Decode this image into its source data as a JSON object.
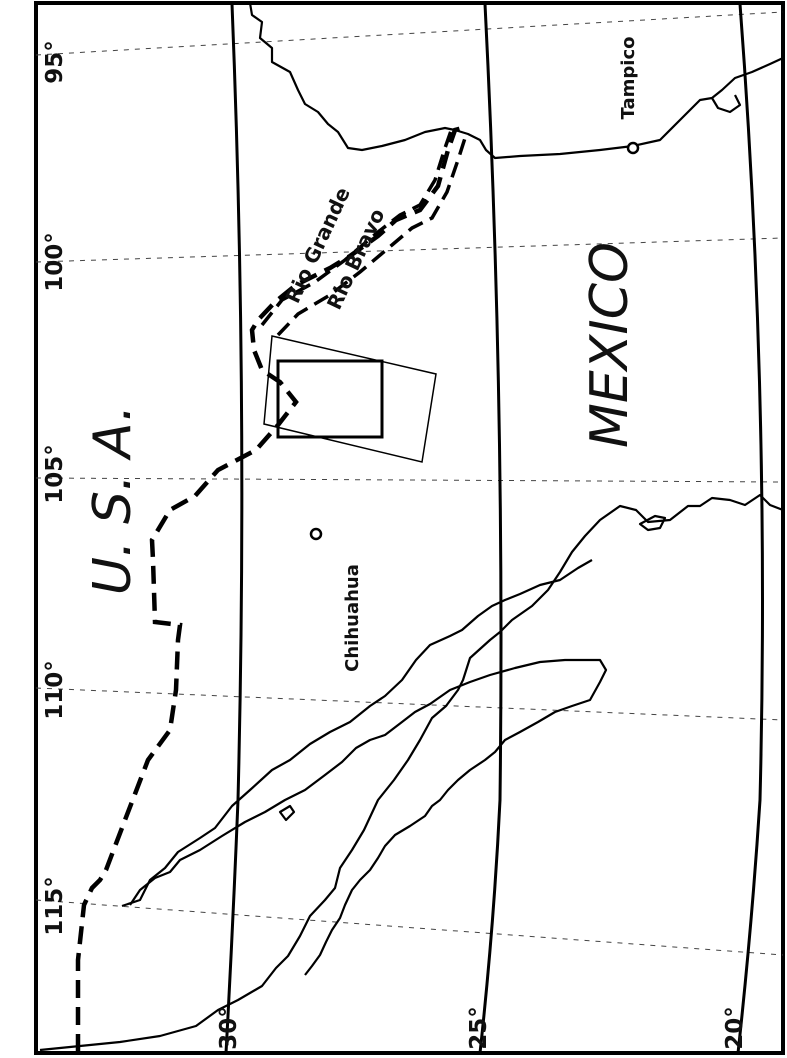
{
  "map": {
    "longitude_labels": [
      "95°",
      "100°",
      "105°",
      "110°",
      "115°"
    ],
    "latitude_labels": [
      "30°",
      "25°",
      "20°"
    ],
    "countries": {
      "usa": "U. S. A.",
      "mexico": "MEXICO"
    },
    "cities": {
      "tampico": "Tampico",
      "chihuahua": "Chihuahua"
    },
    "rivers": {
      "rio_grande": "Rio  Grande",
      "rio_bravo": "Rio  Bravo"
    }
  }
}
